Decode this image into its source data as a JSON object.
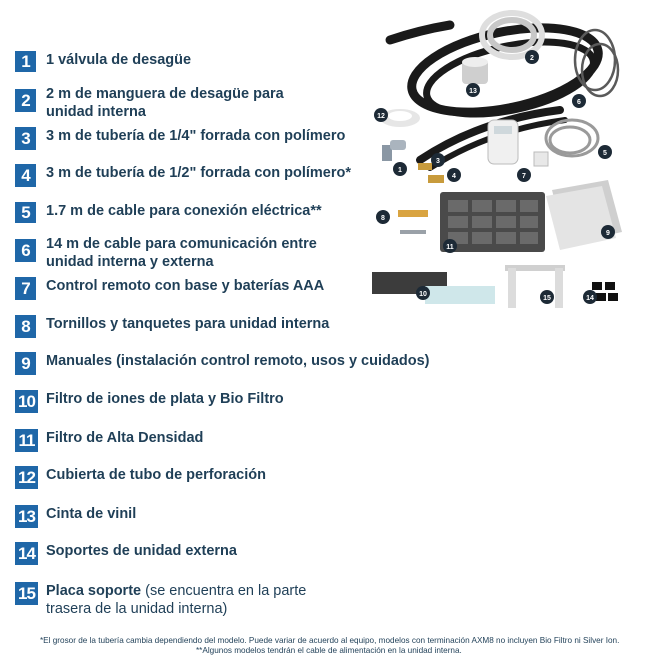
{
  "items": [
    {
      "n": "1",
      "text": "1 válvula de desagüe"
    },
    {
      "n": "2",
      "line1": "2 m de manguera de desagüe para",
      "line2": "unidad interna"
    },
    {
      "n": "3",
      "text": "3 m de tubería de 1/4\" forrada con polímero"
    },
    {
      "n": "4",
      "text": "3 m de tubería de 1/2\" forrada con polímero*"
    },
    {
      "n": "5",
      "text": "1.7 m de cable para conexión eléctrica**"
    },
    {
      "n": "6",
      "line1": "14 m de cable para comunicación entre",
      "line2": "unidad interna y externa"
    },
    {
      "n": "7",
      "text": "Control remoto con base y baterías AAA"
    },
    {
      "n": "8",
      "text": "Tornillos y tanquetes para unidad interna"
    },
    {
      "n": "9",
      "text": "Manuales (instalación control remoto, usos y cuidados)"
    },
    {
      "n": "10",
      "text": "Filtro de iones de plata y Bio Filtro"
    },
    {
      "n": "11",
      "text": "Filtro de Alta Densidad"
    },
    {
      "n": "12",
      "text": "Cubierta de tubo de perforación"
    },
    {
      "n": "13",
      "text": "Cinta de vinil"
    },
    {
      "n": "14",
      "text": "Soportes de unidad externa"
    },
    {
      "n": "15",
      "bold": "Placa soporte",
      "rest": " (se encuentra en la parte",
      "line2": "trasera de la unidad interna)"
    }
  ],
  "notes": {
    "note1": "*El grosor de la tubería cambia dependiendo del modelo. Puede variar de acuerdo al equipo, modelos con terminación AXM8 no incluyen Bio Filtro ni Silver Ion.",
    "note2": "**Algunos modelos tendrán el cable de alimentación en la unidad interna."
  },
  "colors": {
    "badge": "#1f67a8",
    "text": "#1f3f57",
    "photo_badge": "#1d2a36"
  }
}
